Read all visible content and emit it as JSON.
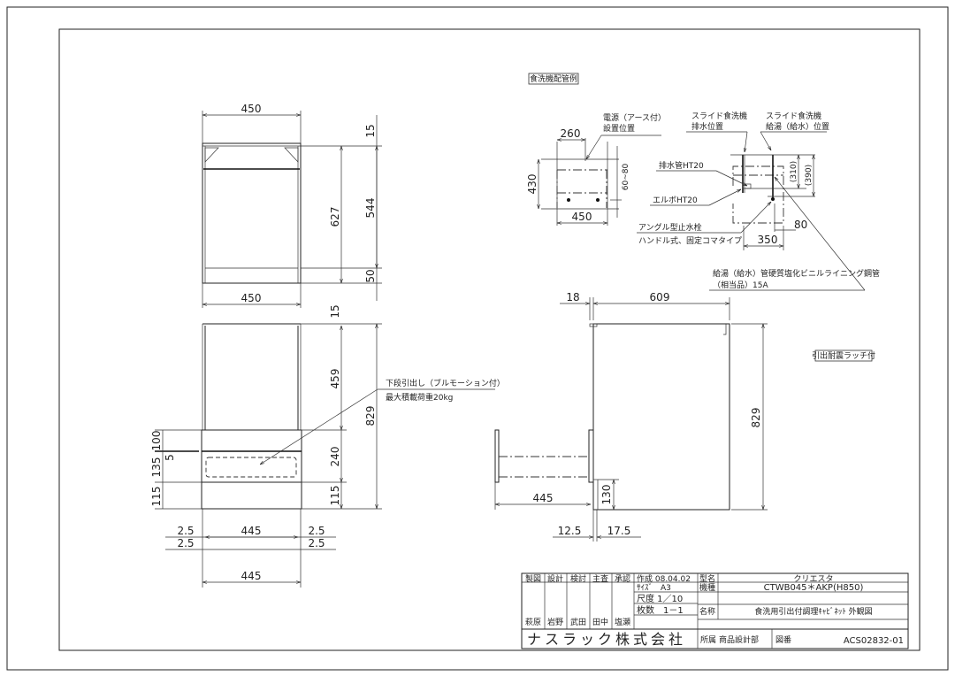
{
  "drawing": {
    "plan_view": {
      "width_top": "450",
      "width_bottom": "450",
      "depth": "627",
      "depth_inner": "544",
      "top_offset": "15",
      "bottom_offset": "50"
    },
    "front_view": {
      "top_offset": "15",
      "upper_height": "459",
      "drawer_height": "240",
      "plinth_right": "115",
      "total_height": "829",
      "left_100": "100",
      "left_5": "5",
      "left_135": "135",
      "left_115": "115",
      "gap_left_a": "2.5",
      "gap_left_b": "2.5",
      "gap_right_a": "2.5",
      "gap_right_b": "2.5",
      "inner_width": "445",
      "bottom_width": "445",
      "drawer_note_line1": "下段引出し（ブルモーション付）",
      "drawer_note_line2": "最大積載荷重20kg"
    },
    "side_view": {
      "door_thickness": "18",
      "depth": "609",
      "height": "829",
      "drawer_pull": "445",
      "plinth": "130",
      "dim_a": "12.5",
      "dim_b": "17.5",
      "latch_label": "引出耐震ラッチ付"
    },
    "piping": {
      "title": "食洗機配管例",
      "power_label_1": "電源（アース付）",
      "power_label_2": "設置位置",
      "dim_260": "260",
      "dim_430": "430",
      "dim_450": "450",
      "dim_60_80": "60~80",
      "drain_pos_1": "スライド食洗機",
      "drain_pos_2": "排水位置",
      "supply_pos_1": "スライド食洗機",
      "supply_pos_2": "給湯（給水）位置",
      "drain_pipe": "排水管HT20",
      "elbow": "エルボHT20",
      "valve_1": "アングル型止水栓",
      "valve_2": "ハンドル式、固定コマタイプ",
      "dim_310": "(310)",
      "dim_390": "(390)",
      "dim_350": "350",
      "dim_80": "80",
      "pipe_note_1": "給湯（給水）管硬質塩化ビニルライニング鋼管",
      "pipe_note_2": "（相当品）15A"
    }
  },
  "title_block": {
    "roles": [
      "製図",
      "設計",
      "検討",
      "主査",
      "承認"
    ],
    "names": [
      "萩原",
      "岩野",
      "武田",
      "田中",
      "塩瀬"
    ],
    "created": "作成 08.04.02",
    "size": "ｻｲｽﾞ　A3",
    "scale": "尺度 1／10",
    "sheets": "枚数　1－1",
    "model_name_label": "型名",
    "model_name": "クリエスタ",
    "model_no_label": "機種",
    "model_no": "CTWB045＊AKP(H850)",
    "title_label": "名称",
    "title": "食洗用引出付調理ｷｬﾋﾞﾈｯﾄ 外観図",
    "company": "ナスラック株式会社",
    "dept_label": "所属",
    "dept": "商品設計部",
    "drawing_no_label": "図番",
    "drawing_no": "ACS02832-01"
  }
}
